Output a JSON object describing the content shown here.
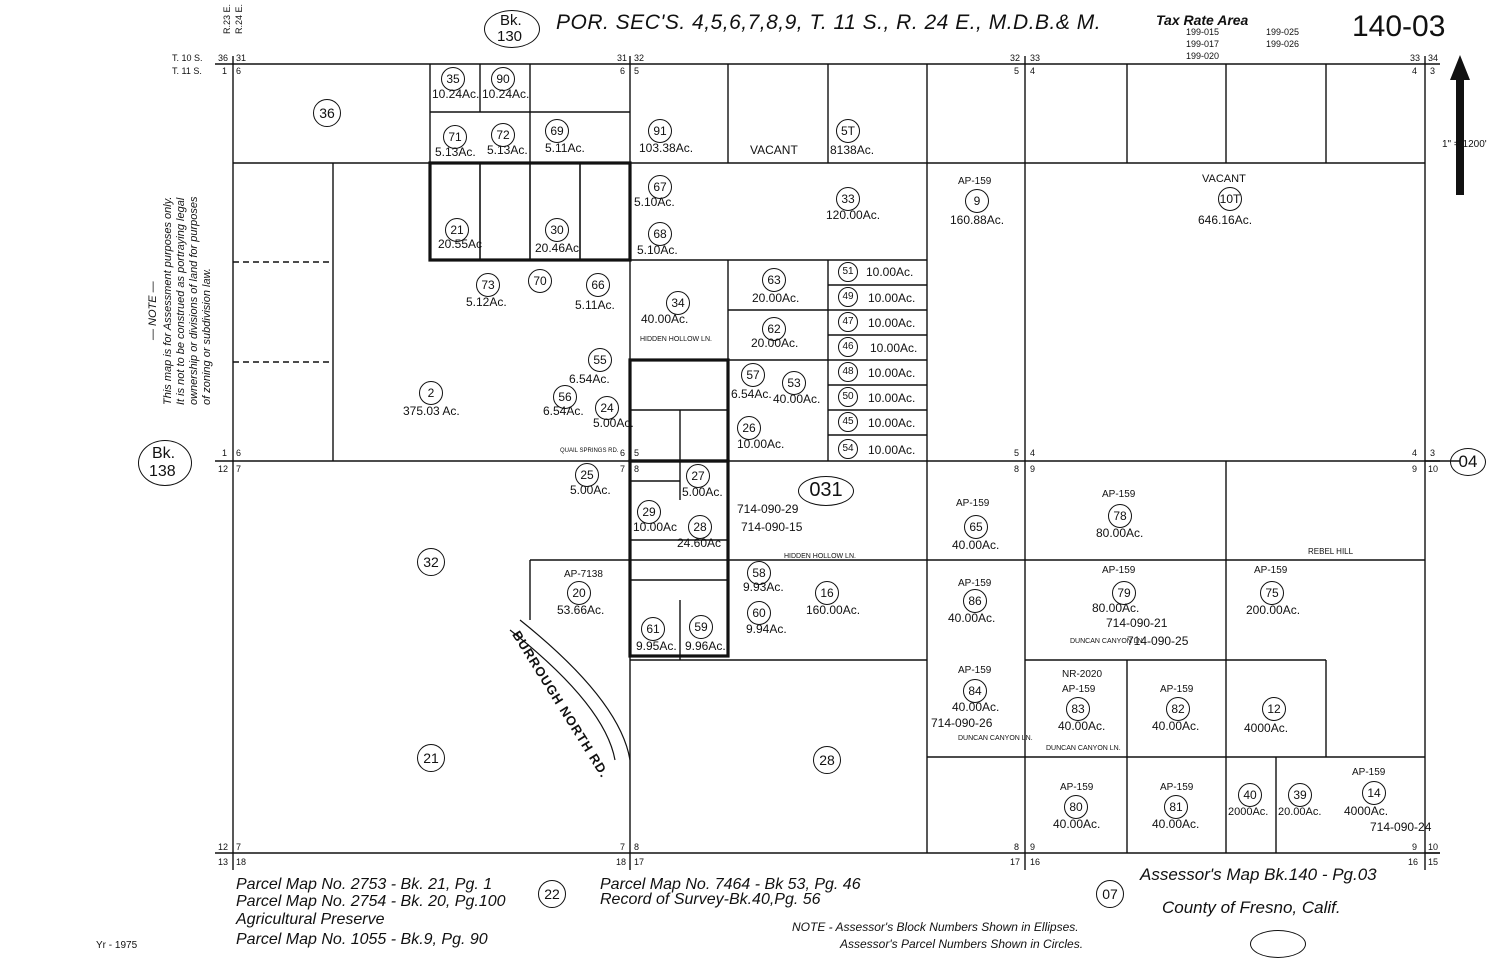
{
  "header": {
    "book_ref": "Bk.",
    "book_num": "130",
    "title": "POR. SEC'S. 4,5,6,7,8,9, T. 11 S., R. 24 E., M.D.B.& M.",
    "tax_rate_label": "Tax Rate Area",
    "tax_codes": [
      "199-015",
      "199-025",
      "199-017",
      "199-026",
      "199-020"
    ],
    "page_id": "140-03",
    "range_labels": [
      "R.23 E.",
      "R.24 E."
    ],
    "township_labels": [
      "T. 10 S.",
      "T. 11 S."
    ],
    "scale": "1\" = 1200'"
  },
  "note_vertical": {
    "title": "— NOTE —",
    "lines": [
      "This map is for Assessment purposes only.",
      "It is not to be construed as portraying legal",
      "ownership or divisions of land for purposes",
      "of zoning or subdivision law."
    ]
  },
  "book_refs": {
    "left": [
      "Bk.",
      "138"
    ],
    "right": "04",
    "bottom_center": "22",
    "bottom_right": "07",
    "block_031": "031"
  },
  "section_corners": [
    "36",
    "31",
    "31",
    "32",
    "32",
    "33",
    "33",
    "34",
    "1",
    "6",
    "6",
    "5",
    "5",
    "4",
    "4",
    "3",
    "1",
    "6",
    "6",
    "5",
    "5",
    "4",
    "4",
    "3",
    "12",
    "7",
    "7",
    "8",
    "8",
    "9",
    "9",
    "10",
    "12",
    "7",
    "7",
    "8",
    "8",
    "9",
    "9",
    "10",
    "13",
    "18",
    "18",
    "17",
    "17",
    "16",
    "16",
    "15"
  ],
  "sections": [
    "36",
    "32",
    "21",
    "28",
    "16",
    "2",
    "33",
    "10",
    "04"
  ],
  "acreage_labels": [
    "10.24Ac.",
    "10.24Ac.",
    "5.13Ac.",
    "5.13Ac.",
    "5.11Ac.",
    "103.38Ac.",
    "VACANT",
    "8138Ac.",
    "160.88Ac.",
    "646.16Ac.",
    "VACANT",
    "120.00Ac.",
    "5.10Ac.",
    "5.10Ac.",
    "20.55Ac",
    "20.46Ac",
    "5.12Ac.",
    "5.11Ac.",
    "375.03 Ac.",
    "40.00Ac.",
    "20.00Ac.",
    "20.00Ac.",
    "10.00Ac.",
    "10.00Ac.",
    "10.00Ac.",
    "10.00Ac.",
    "10.00Ac.",
    "10.00Ac.",
    "10.00Ac.",
    "10.00Ac.",
    "6.54Ac.",
    "6.54Ac.",
    "5.00Ac.",
    "6.54Ac.",
    "40.00Ac.",
    "10.00Ac.",
    "5.00Ac.",
    "5.00Ac.",
    "10.00Ac",
    "24.60Ac",
    "53.66Ac.",
    "9.93Ac.",
    "9.94Ac.",
    "160.00Ac.",
    "9.95Ac.",
    "9.96Ac.",
    "40.00Ac.",
    "80.00Ac.",
    "200.00Ac.",
    "40.00Ac.",
    "80.00Ac.",
    "40.00Ac.",
    "40.00Ac.",
    "40.00Ac.",
    "4000Ac.",
    "40.00Ac.",
    "40.00Ac.",
    "2000Ac.",
    "20.00Ac.",
    "4000Ac."
  ],
  "parcel_numbers": [
    "35",
    "90",
    "71",
    "72",
    "69",
    "91",
    "5T",
    "9",
    "10T",
    "33",
    "67",
    "68",
    "21",
    "30",
    "73",
    "70",
    "66",
    "34",
    "63",
    "62",
    "51",
    "49",
    "47",
    "46",
    "48",
    "50",
    "45",
    "54",
    "55",
    "56",
    "24",
    "57",
    "53",
    "26",
    "2",
    "25",
    "27",
    "29",
    "28",
    "20",
    "58",
    "60",
    "16",
    "61",
    "59",
    "65",
    "78",
    "86",
    "79",
    "75",
    "84",
    "83",
    "82",
    "12",
    "80",
    "81",
    "40",
    "39",
    "14",
    "36",
    "32",
    "21",
    "28"
  ],
  "apn_refs": [
    "714-090-29",
    "714-090-15",
    "714-090-21",
    "714-090-25",
    "714-090-26",
    "714-090-24"
  ],
  "ap_labels": [
    "AP-159",
    "AP-7138",
    "NR-2020"
  ],
  "streets": {
    "burrough": "BURROUGH NORTH RD.",
    "hidden_hollow": "HIDDEN HOLLOW LN.",
    "duncan_canyon": "DUNCAN CANYON LN.",
    "rebel_hill": "REBEL HILL",
    "quail_springs": "QUAIL SPRINGS RD."
  },
  "footer": {
    "left": [
      "Parcel Map No. 2753 - Bk. 21, Pg. 1",
      "Parcel Map No. 2754 - Bk. 20, Pg.100",
      "Agricultural Preserve",
      "Parcel Map No. 1055 - Bk.9, Pg. 90"
    ],
    "center": [
      "Parcel Map No. 7464 - Bk 53, Pg. 46",
      "Record of Survey-Bk.40,Pg. 56"
    ],
    "note1": "NOTE - Assessor's Block Numbers Shown in Ellipses.",
    "note2": "Assessor's Parcel Numbers Shown in Circles.",
    "assessor": "Assessor's Map Bk.140 - Pg.03",
    "county": "County of Fresno, Calif.",
    "year": "Yr - 1975"
  },
  "colors": {
    "ink": "#111111",
    "paper": "#ffffff"
  }
}
